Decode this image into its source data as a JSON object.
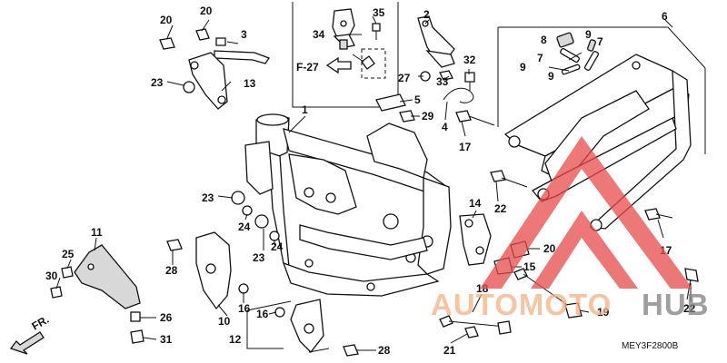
{
  "diagram": {
    "ref_code": "MEY3F2800B",
    "ref_label": "F-27",
    "direction_label": "FR.",
    "callouts": [
      {
        "id": "c1",
        "text": "1"
      },
      {
        "id": "c2",
        "text": "2"
      },
      {
        "id": "c3",
        "text": "3"
      },
      {
        "id": "c4",
        "text": "4"
      },
      {
        "id": "c5",
        "text": "5"
      },
      {
        "id": "c6",
        "text": "6"
      },
      {
        "id": "c7a",
        "text": "7"
      },
      {
        "id": "c7b",
        "text": "7"
      },
      {
        "id": "c8",
        "text": "8"
      },
      {
        "id": "c9a",
        "text": "9"
      },
      {
        "id": "c9b",
        "text": "9"
      },
      {
        "id": "c9c",
        "text": "9"
      },
      {
        "id": "c10",
        "text": "10"
      },
      {
        "id": "c11",
        "text": "11"
      },
      {
        "id": "c12",
        "text": "12"
      },
      {
        "id": "c13",
        "text": "13"
      },
      {
        "id": "c14",
        "text": "14"
      },
      {
        "id": "c15",
        "text": "15"
      },
      {
        "id": "c16a",
        "text": "16"
      },
      {
        "id": "c16b",
        "text": "16"
      },
      {
        "id": "c17a",
        "text": "17"
      },
      {
        "id": "c17b",
        "text": "17"
      },
      {
        "id": "c18",
        "text": "18"
      },
      {
        "id": "c19",
        "text": "19"
      },
      {
        "id": "c20a",
        "text": "20"
      },
      {
        "id": "c20b",
        "text": "20"
      },
      {
        "id": "c20c",
        "text": "20"
      },
      {
        "id": "c21",
        "text": "21"
      },
      {
        "id": "c22a",
        "text": "22"
      },
      {
        "id": "c22b",
        "text": "22"
      },
      {
        "id": "c23a",
        "text": "23"
      },
      {
        "id": "c23b",
        "text": "23"
      },
      {
        "id": "c23c",
        "text": "23"
      },
      {
        "id": "c24a",
        "text": "24"
      },
      {
        "id": "c24b",
        "text": "24"
      },
      {
        "id": "c25",
        "text": "25"
      },
      {
        "id": "c26",
        "text": "26"
      },
      {
        "id": "c27",
        "text": "27"
      },
      {
        "id": "c28a",
        "text": "28"
      },
      {
        "id": "c28b",
        "text": "28"
      },
      {
        "id": "c29",
        "text": "29"
      },
      {
        "id": "c30",
        "text": "30"
      },
      {
        "id": "c31",
        "text": "31"
      },
      {
        "id": "c32",
        "text": "32"
      },
      {
        "id": "c33",
        "text": "33"
      },
      {
        "id": "c34",
        "text": "34"
      },
      {
        "id": "c35",
        "text": "35"
      }
    ]
  },
  "watermark": {
    "text_a": "AUTOMOTO",
    "text_b": "HUB",
    "color_a": "#f4b183",
    "color_b": "#7f7f7f",
    "triangle_color": "#e84a4a"
  }
}
